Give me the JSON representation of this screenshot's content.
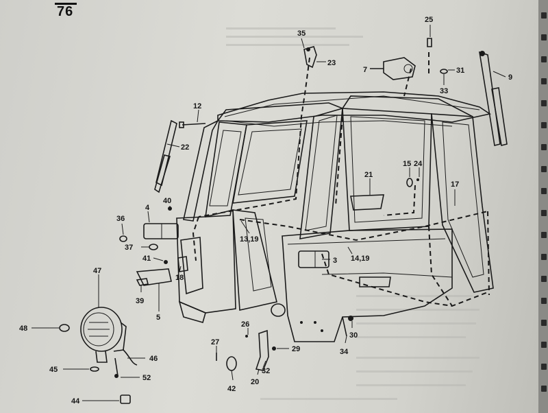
{
  "page": {
    "number": "76"
  },
  "callouts": [
    {
      "id": "c35",
      "text": "35"
    },
    {
      "id": "c25",
      "text": "25"
    },
    {
      "id": "c23",
      "text": "23"
    },
    {
      "id": "c7",
      "text": "7"
    },
    {
      "id": "c31",
      "text": "31"
    },
    {
      "id": "c33",
      "text": "33"
    },
    {
      "id": "c9",
      "text": "9"
    },
    {
      "id": "c12",
      "text": "12"
    },
    {
      "id": "c22",
      "text": "22"
    },
    {
      "id": "c15",
      "text": "15"
    },
    {
      "id": "c24",
      "text": "24"
    },
    {
      "id": "c21",
      "text": "21"
    },
    {
      "id": "c17",
      "text": "17"
    },
    {
      "id": "c4",
      "text": "4"
    },
    {
      "id": "c40",
      "text": "40"
    },
    {
      "id": "c36",
      "text": "36"
    },
    {
      "id": "c13",
      "text": "13,19"
    },
    {
      "id": "c37",
      "text": "37"
    },
    {
      "id": "c41",
      "text": "41"
    },
    {
      "id": "c18",
      "text": "18"
    },
    {
      "id": "c3",
      "text": "3"
    },
    {
      "id": "c14",
      "text": "14,19"
    },
    {
      "id": "c47",
      "text": "47"
    },
    {
      "id": "c39",
      "text": "39"
    },
    {
      "id": "c5",
      "text": "5"
    },
    {
      "id": "c48",
      "text": "48"
    },
    {
      "id": "c26",
      "text": "26"
    },
    {
      "id": "c30",
      "text": "30"
    },
    {
      "id": "c27",
      "text": "27"
    },
    {
      "id": "c29",
      "text": "29"
    },
    {
      "id": "c34",
      "text": "34"
    },
    {
      "id": "c46",
      "text": "46"
    },
    {
      "id": "c32",
      "text": "32"
    },
    {
      "id": "c45",
      "text": "45"
    },
    {
      "id": "c20",
      "text": "20"
    },
    {
      "id": "c52",
      "text": "52"
    },
    {
      "id": "c42",
      "text": "42"
    },
    {
      "id": "c44",
      "text": "44"
    }
  ]
}
